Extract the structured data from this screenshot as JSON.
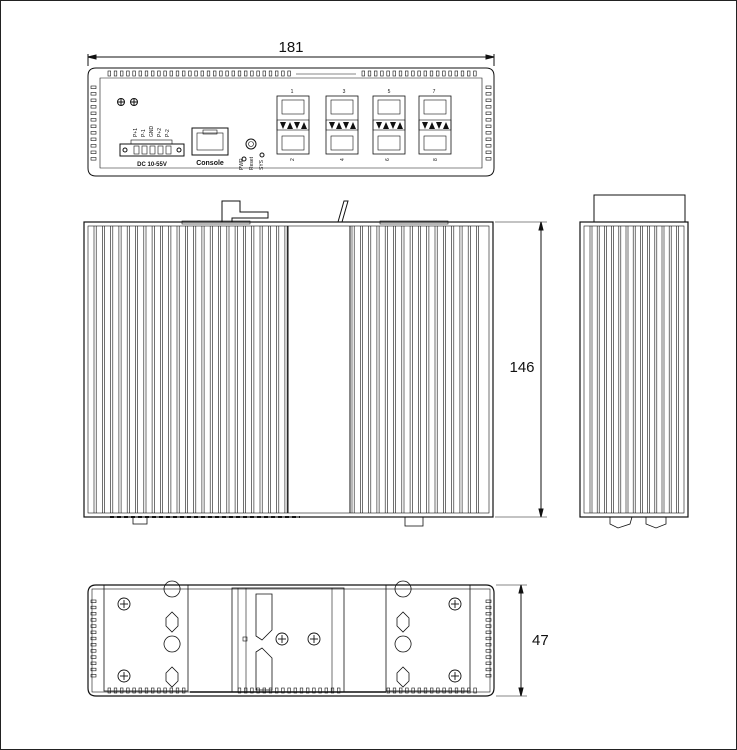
{
  "dimensions": {
    "width": "181",
    "height": "146",
    "depth": "47"
  },
  "front_panel": {
    "terminal_labels": [
      "P+1",
      "P-1",
      "GND",
      "P+2",
      "P-2"
    ],
    "power_label": "DC 10-55V",
    "console_label": "Console",
    "led_labels": [
      "PWR",
      "Reset",
      "SYS"
    ],
    "port_numbers_top": [
      "1",
      "3",
      "5",
      "7"
    ],
    "port_numbers_bottom": [
      "2",
      "4",
      "6",
      "8"
    ]
  }
}
